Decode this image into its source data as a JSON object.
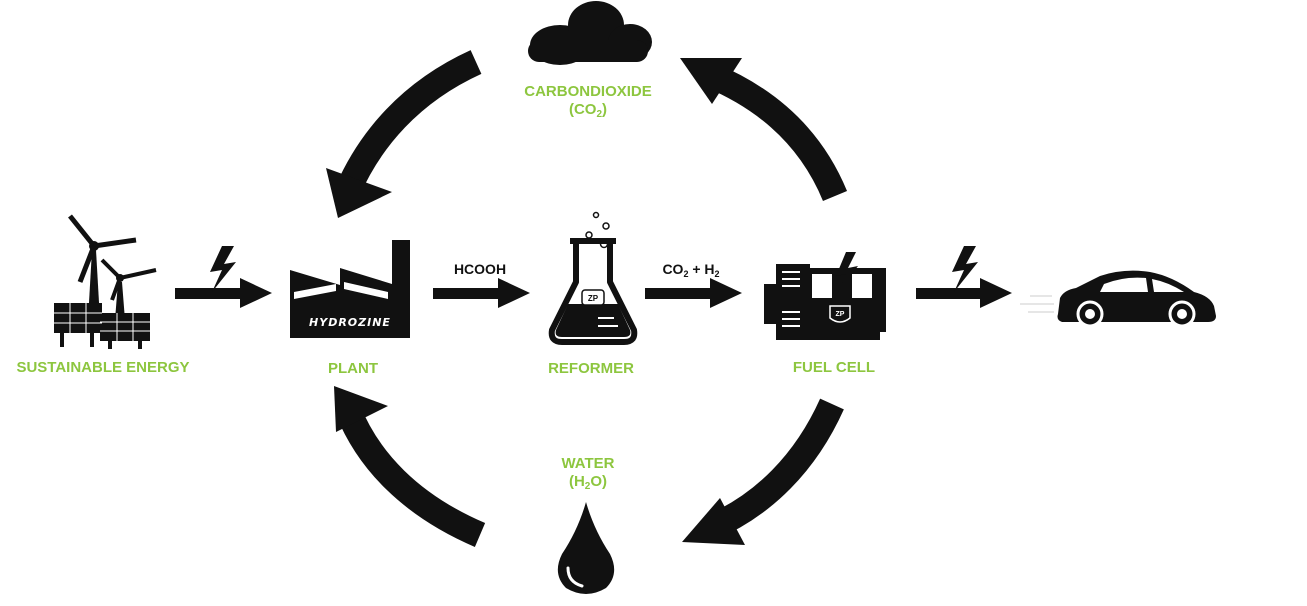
{
  "nodes": {
    "sustainable_energy": {
      "label": "SUSTAINABLE ENERGY",
      "icon": "wind-turbine-solar-panel-icon"
    },
    "plant": {
      "label": "PLANT",
      "brand": "HYDROZINE",
      "icon": "factory-icon"
    },
    "reformer": {
      "label": "REFORMER",
      "icon": "flask-icon"
    },
    "fuel_cell": {
      "label": "FUEL CELL",
      "icon": "fuel-cell-icon"
    },
    "car": {
      "icon": "car-icon"
    },
    "co2": {
      "label": "CARBONDIOXIDE",
      "formula_open": "(CO",
      "formula_sub": "2",
      "formula_close": ")",
      "icon": "cloud-icon"
    },
    "water": {
      "label": "WATER",
      "formula_open": "(H",
      "formula_sub": "2",
      "formula_close": "O)",
      "icon": "water-drop-icon"
    }
  },
  "flows": {
    "plant_to_reformer": "HCOOH",
    "reformer_to_fuelcell": {
      "a": "CO",
      "a_sub": "2",
      "plus": " + H",
      "b_sub": "2"
    }
  },
  "colors": {
    "label": "#8dc63f",
    "icon": "#111111",
    "background": "#ffffff"
  }
}
